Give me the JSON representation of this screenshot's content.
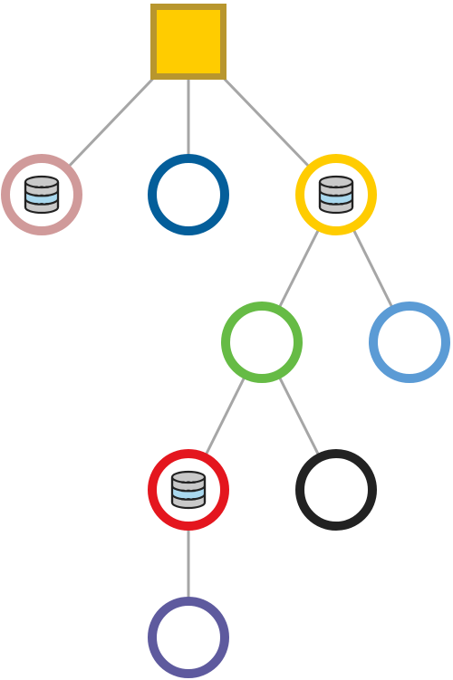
{
  "diagram": {
    "root": {
      "id": "root",
      "shape": "square",
      "fill": "#FFCC00",
      "stroke": "#B8962E"
    },
    "nodes": [
      {
        "id": "n1",
        "shape": "circle",
        "stroke": "#D09A9A",
        "icon": "database-icon"
      },
      {
        "id": "n2",
        "shape": "circle",
        "stroke": "#045E9A",
        "icon": null
      },
      {
        "id": "n3",
        "shape": "circle",
        "stroke": "#FFCC00",
        "icon": "database-icon"
      },
      {
        "id": "n4",
        "shape": "circle",
        "stroke": "#66BB45",
        "icon": null
      },
      {
        "id": "n5",
        "shape": "circle",
        "stroke": "#5B9BD5",
        "icon": null
      },
      {
        "id": "n6",
        "shape": "circle",
        "stroke": "#E4161E",
        "icon": "database-icon"
      },
      {
        "id": "n7",
        "shape": "circle",
        "stroke": "#222222",
        "icon": null
      },
      {
        "id": "n8",
        "shape": "circle",
        "stroke": "#5E5A9E",
        "icon": null
      }
    ],
    "edges": [
      {
        "from": "root",
        "to": "n1"
      },
      {
        "from": "root",
        "to": "n2"
      },
      {
        "from": "root",
        "to": "n3"
      },
      {
        "from": "n3",
        "to": "n4"
      },
      {
        "from": "n3",
        "to": "n5"
      },
      {
        "from": "n4",
        "to": "n6"
      },
      {
        "from": "n4",
        "to": "n7"
      },
      {
        "from": "n6",
        "to": "n8"
      }
    ],
    "edge_color": "#A6A6A6",
    "icon_colors": {
      "body": "#C9C9C9",
      "band": "#A9D8EE",
      "outline": "#222222",
      "dots": "#222222"
    }
  }
}
